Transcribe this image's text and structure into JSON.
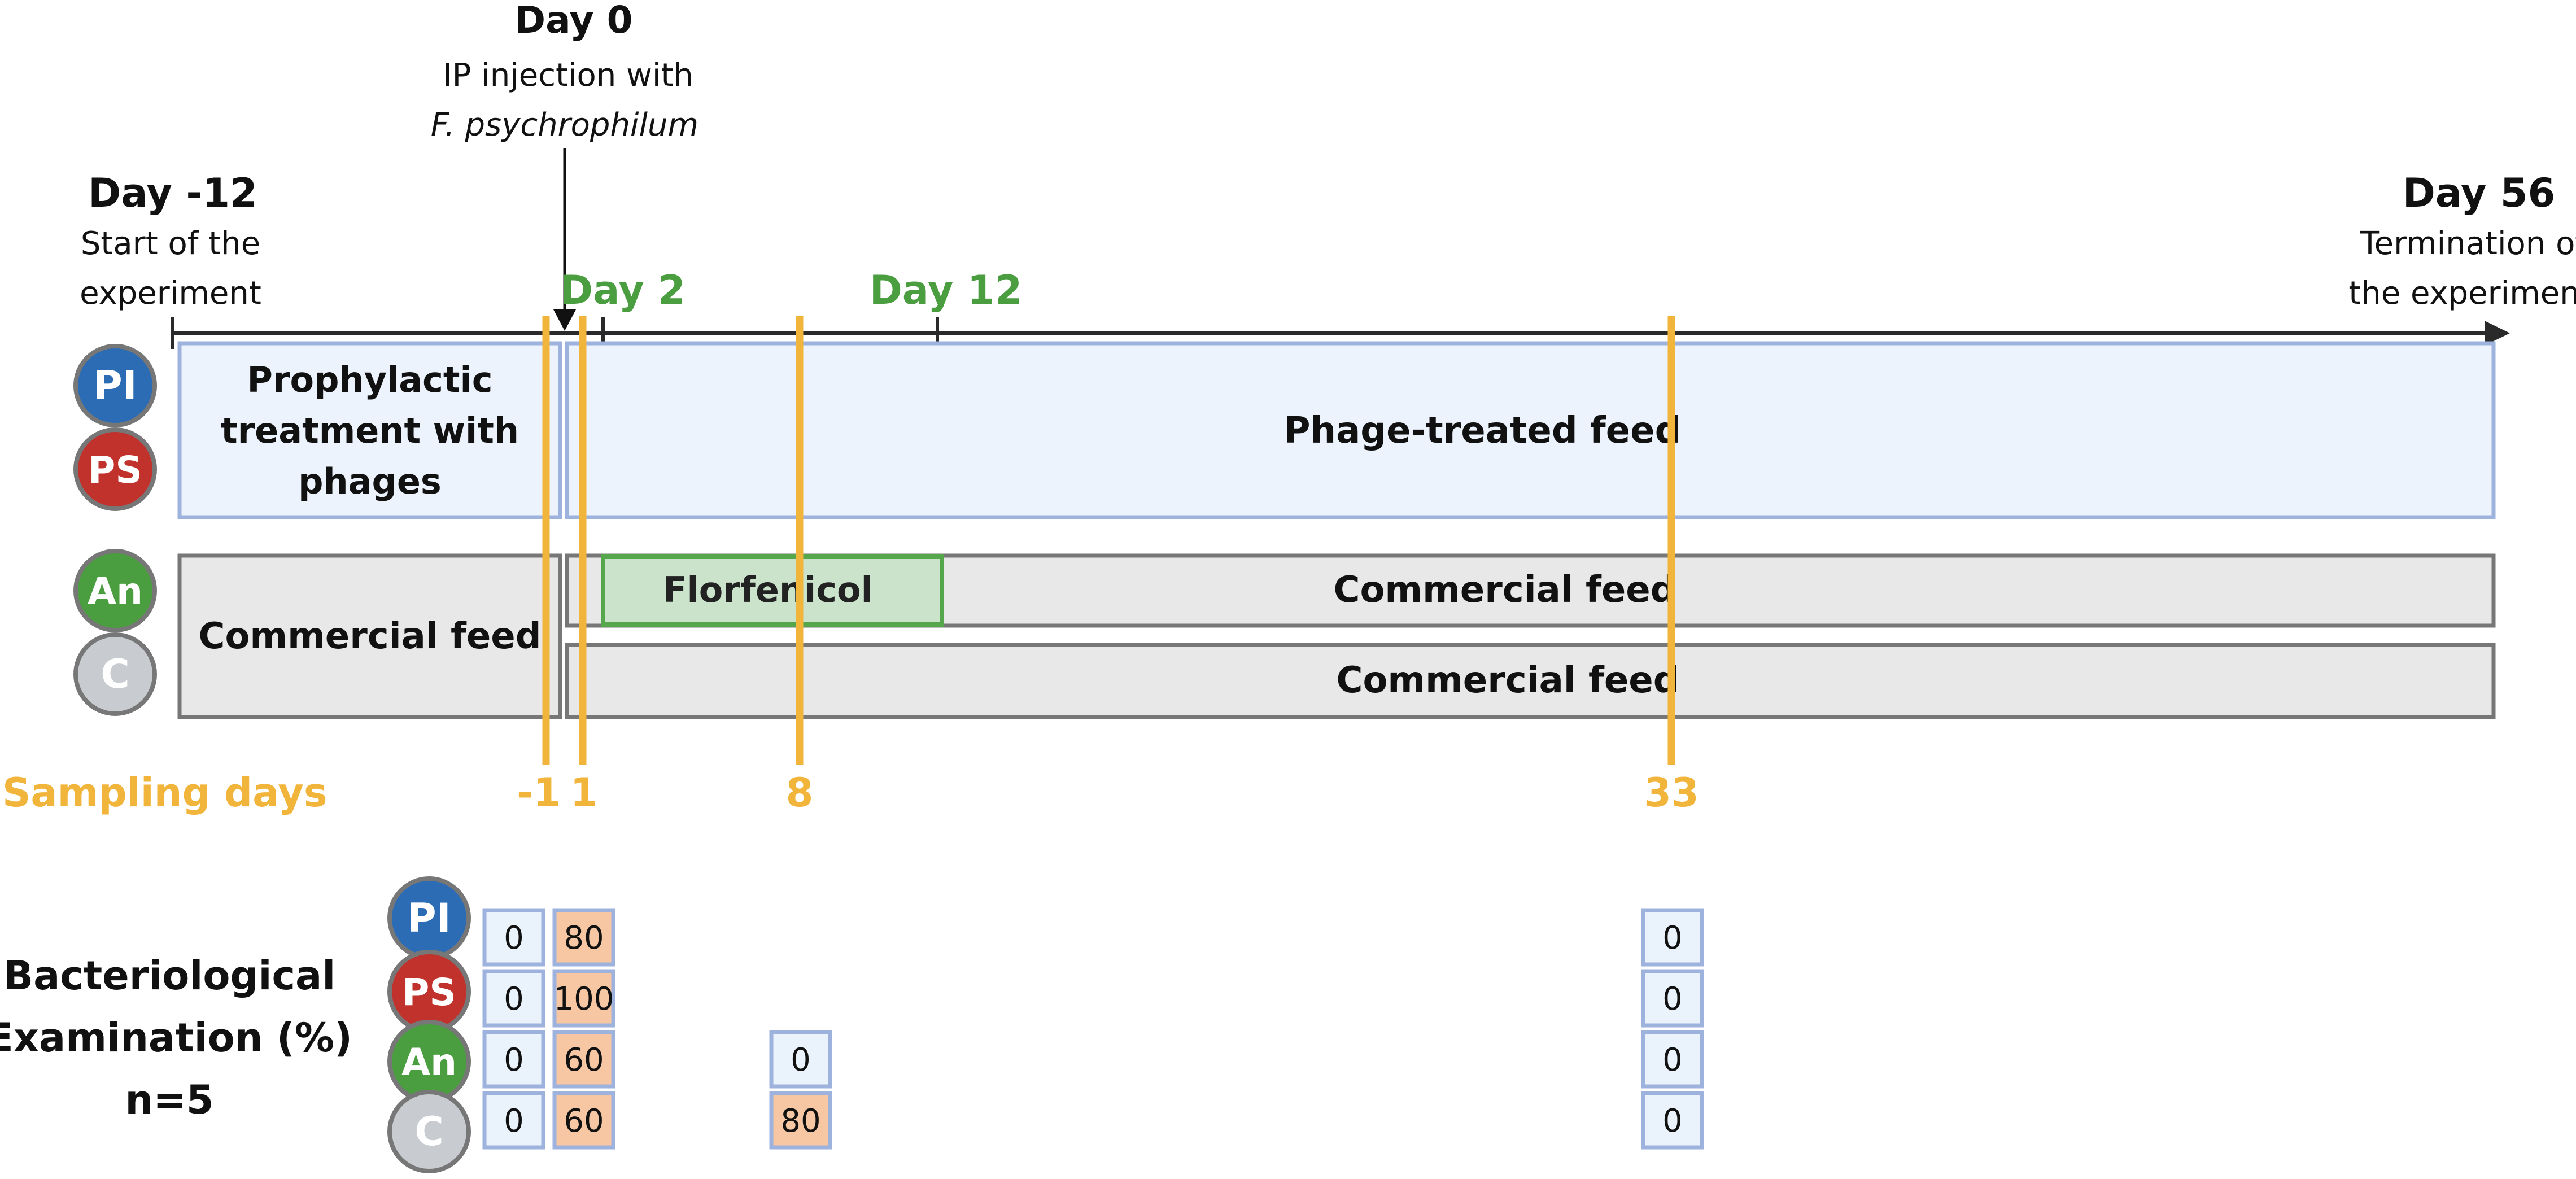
{
  "timeline": {
    "day0": {
      "title": "Day 0",
      "line1": "IP injection with",
      "line2": "F. psychrophilum"
    },
    "start": {
      "title": "Day -12",
      "line1": "Start of the",
      "line2": "experiment"
    },
    "end": {
      "title": "Day 56",
      "line1": "Termination of",
      "line2": "the experiment"
    },
    "day2": "Day 2",
    "day12": "Day 12"
  },
  "groups": {
    "PI": {
      "label": "PI",
      "color": "#2b6cb4"
    },
    "PS": {
      "label": "PS",
      "color": "#c0322b"
    },
    "An": {
      "label": "An",
      "color": "#4a9e3f"
    },
    "C": {
      "label": "C",
      "color": "#c8cbcf"
    }
  },
  "bars": {
    "prophylactic": [
      "Prophylactic",
      "treatment with",
      "phages"
    ],
    "phage_feed": "Phage-treated feed",
    "commercial_pre": "Commercial feed",
    "florfenicol": "Florfenicol",
    "commercial_an": "Commercial feed",
    "commercial_c": "Commercial feed"
  },
  "sampling": {
    "label": "Sampling days",
    "days": [
      "-1",
      "1",
      "8",
      "33"
    ],
    "color": "#f2b53c"
  },
  "bacteriology": {
    "label": [
      "Bacteriological",
      "Examination (%)",
      "n=5"
    ],
    "rows": [
      {
        "group": "PI",
        "values": {
          "-1": "0",
          "1": "80",
          "33": "0"
        }
      },
      {
        "group": "PS",
        "values": {
          "-1": "0",
          "1": "100",
          "33": "0"
        }
      },
      {
        "group": "An",
        "values": {
          "-1": "0",
          "1": "60",
          "8": "0",
          "33": "0"
        }
      },
      {
        "group": "C",
        "values": {
          "-1": "0",
          "1": "60",
          "8": "80",
          "33": "0"
        }
      }
    ],
    "positive_color": "#f7c7a3",
    "negative_color": "#eaf2fb"
  }
}
